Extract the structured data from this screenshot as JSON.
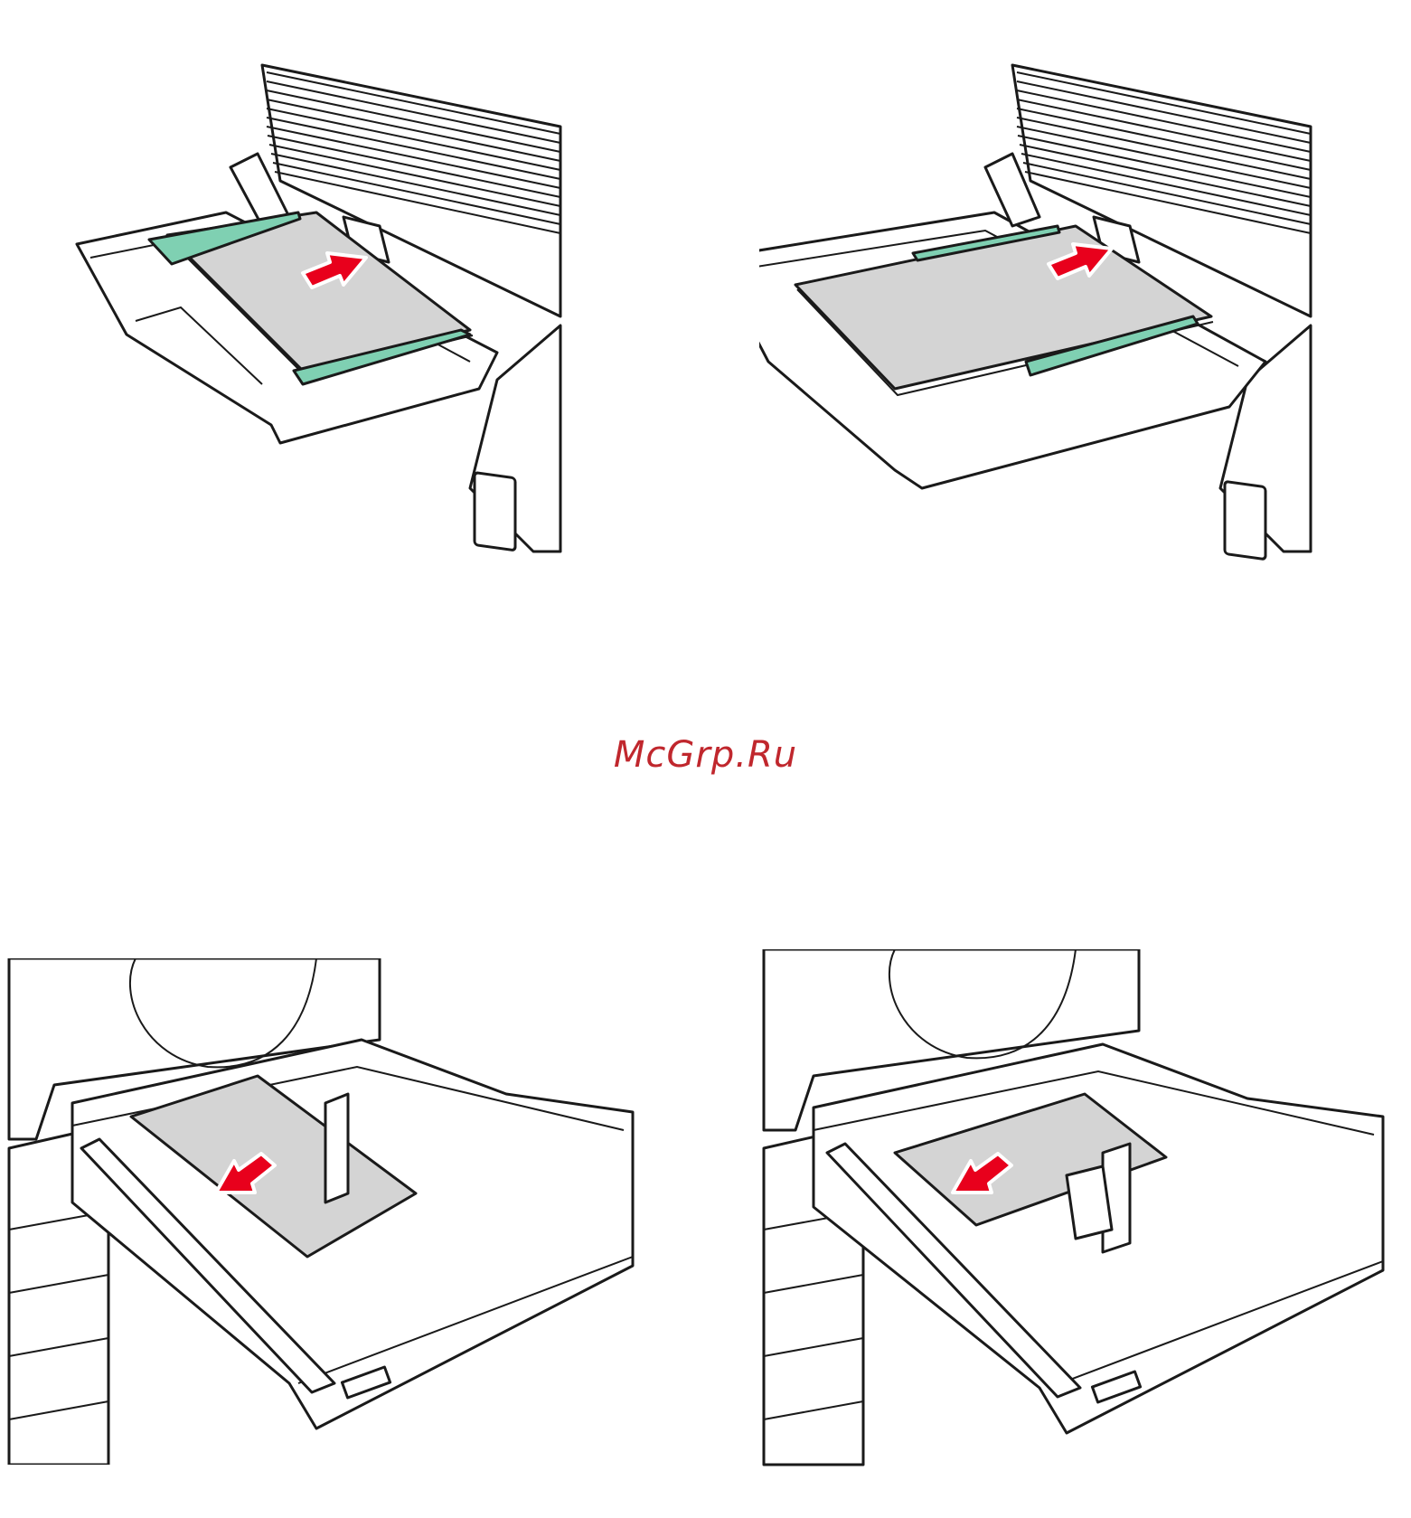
{
  "watermark": {
    "text": "McGrp.Ru",
    "color": "#c0272d"
  },
  "colors": {
    "guide": "#7fd0b2",
    "arrow": "#e8001c",
    "paper": "#d4d4d4",
    "line": "#1a1a1a"
  },
  "figures": [
    {
      "id": "tray1-narrow-paper",
      "arrow_direction": "right",
      "icon": "arrow-right-icon"
    },
    {
      "id": "tray1-wide-paper",
      "arrow_direction": "right",
      "icon": "arrow-right-icon"
    },
    {
      "id": "drawer-portrait-paper",
      "arrow_direction": "left",
      "icon": "arrow-left-icon"
    },
    {
      "id": "drawer-landscape-paper",
      "arrow_direction": "left",
      "icon": "arrow-left-icon"
    }
  ]
}
